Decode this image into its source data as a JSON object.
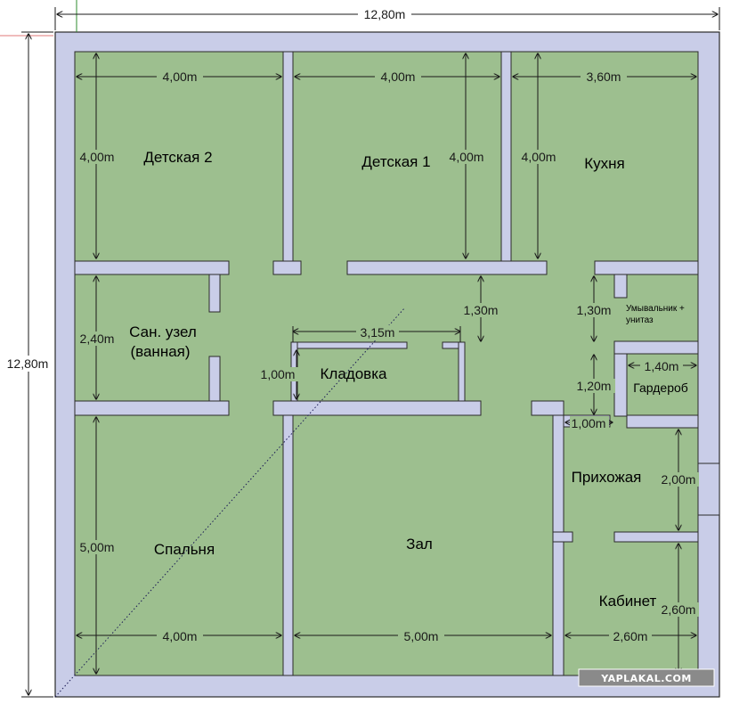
{
  "overall": {
    "width": "12,80m",
    "height": "12,80m"
  },
  "rooms": {
    "kids2": "Детская 2",
    "kids1": "Детская 1",
    "kitchen": "Кухня",
    "bath_line1": "Сан. узел",
    "bath_line2": "(ванная)",
    "storage": "Кладовка",
    "toilet_line1": "Умывальник +",
    "toilet_line2": "унитаз",
    "wardrobe": "Гардероб",
    "hall": "Прихожая",
    "bedroom": "Спальня",
    "living": "Зал",
    "office": "Кабинет"
  },
  "dims": {
    "kids2_w": "4,00m",
    "kids2_h": "4,00m",
    "kids1_w": "4,00m",
    "kids1_h": "4,00m",
    "kitchen_w": "3,60m",
    "kitchen_h": "4,00m",
    "bath_h": "2,40m",
    "storage_w": "3,15m",
    "storage_h": "1,00m",
    "corr_h1": "1,30m",
    "corr_h2": "1,30m",
    "wardrobe_w": "1,40m",
    "wardrobe_h": "1,20m",
    "small_w": "1,00m",
    "hall_h": "2,00m",
    "bedroom_w": "4,00m",
    "bedroom_h": "5,00m",
    "living_w": "5,00m",
    "office_w": "2,60m",
    "office_h": "2,60m"
  },
  "watermark": "YAPLAKAL.COM",
  "colors": {
    "floor": "#9dbf8f",
    "wall": "#c9cde8",
    "line": "#2a2a2a",
    "axis_green": "#2e8b2e",
    "axis_red": "#cc2222"
  }
}
